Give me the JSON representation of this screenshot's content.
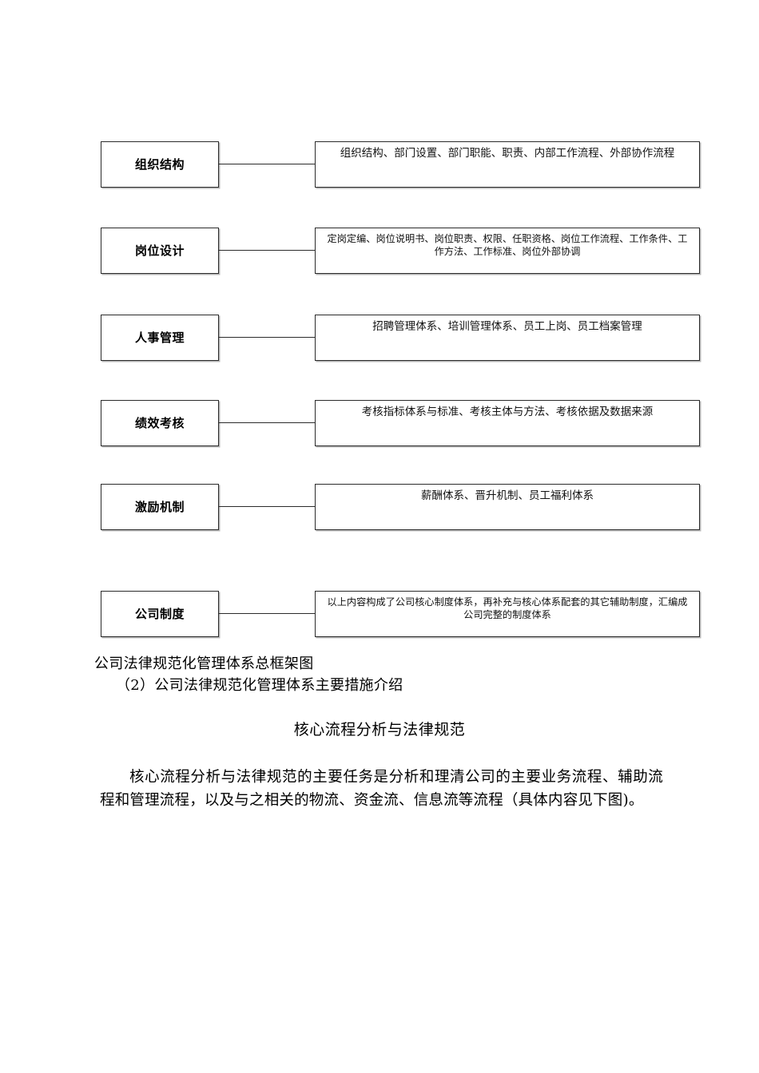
{
  "document": {
    "title": "公司法律规范化管理体系总框架图"
  },
  "diagram": {
    "name": "公司法律规范化管理体系总框架图",
    "rows": [
      {
        "id": "organization-structure",
        "label": "组织结构",
        "description": "组织结构、部门设置、部门职能、职责、内部工作流程、外部协作流程",
        "lines": 1
      },
      {
        "id": "position-design",
        "label": "岗位设计",
        "description": "定岗定编、岗位说明书、岗位职责、权限、任职资格、岗位工作流程、工作条件、工作方法、工作标准、岗位外部协调",
        "lines": 2
      },
      {
        "id": "personnel-management",
        "label": "人事管理",
        "description": "招聘管理体系、培训管理体系、员工上岗、员工档案管理",
        "lines": 1
      },
      {
        "id": "performance-appraisal",
        "label": "绩效考核",
        "description": "考核指标体系与标准、考核主体与方法、考核依据及数据来源",
        "lines": 1
      },
      {
        "id": "incentive-mechanism",
        "label": "激励机制",
        "description": "薪酬体系、晋升机制、员工福利体系",
        "lines": 1
      },
      {
        "id": "company-system",
        "label": "公司制度",
        "description": "以上内容构成了公司核心制度体系，再补充与核心体系配套的其它辅助制度，汇编成公司完整的制度体系",
        "lines": 2
      }
    ]
  },
  "body": {
    "figure_caption": "公司法律规范化管理体系总框架图",
    "sub_caption": "（2）公司法律规范化管理体系主要措施介绍",
    "section_heading": "核心流程分析与法律规范",
    "paragraph": "核心流程分析与法律规范的主要任务是分析和理清公司的主要业务流程、辅助流程和管理流程，以及与之相关的物流、资金流、信息流等流程（具体内容见下图)。"
  },
  "colors": {
    "page_background": "#ffffff",
    "text": "#000000",
    "box_border": "#2b2b2b",
    "box_shadow": "#b8b8b8"
  }
}
